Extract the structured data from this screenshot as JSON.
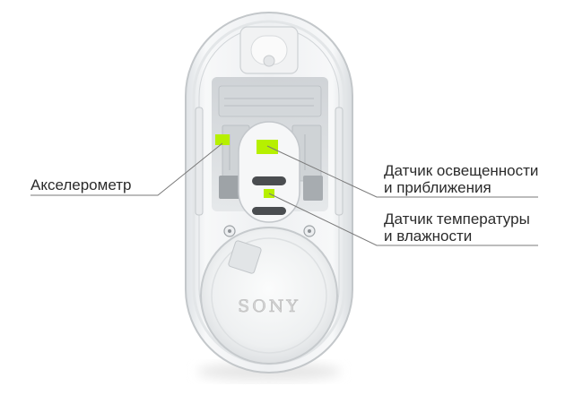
{
  "labels": {
    "accelerometer": "Акселерометр",
    "light_proximity_line1": "Датчик освещенности",
    "light_proximity_line2": "и приближения",
    "temp_humidity_line1": "Датчик температуры",
    "temp_humidity_line2": "и влажности"
  },
  "device": {
    "brand": "SONY"
  },
  "colors": {
    "sensor_highlight": "#b6f000",
    "leader_line": "#7a7a7a",
    "label_text": "#2b2b2b",
    "background": "#ffffff"
  }
}
